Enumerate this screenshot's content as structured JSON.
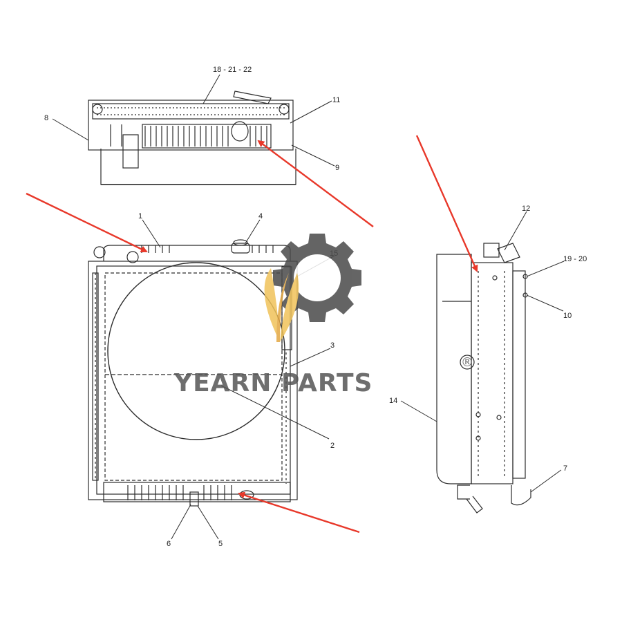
{
  "callouts": {
    "c18_21_22": "18 - 21 - 22",
    "c11": "11",
    "c8": "8",
    "c9": "9",
    "c1": "1",
    "c4": "4",
    "c15": "15",
    "c3": "3",
    "c2": "2",
    "c6": "6",
    "c5": "5",
    "c12": "12",
    "c19_20": "19 - 20",
    "c10": "10",
    "c14": "14",
    "c7": "7"
  },
  "watermark": {
    "brand": "YEARN PARTS",
    "registered": "®",
    "icon": "gear-leaf-logo"
  },
  "colors": {
    "line": "#2b2b2b",
    "arrow": "#e8382a",
    "gear": "#4a4a4a",
    "leaf": "#f0c35a",
    "brand": "#555555"
  }
}
